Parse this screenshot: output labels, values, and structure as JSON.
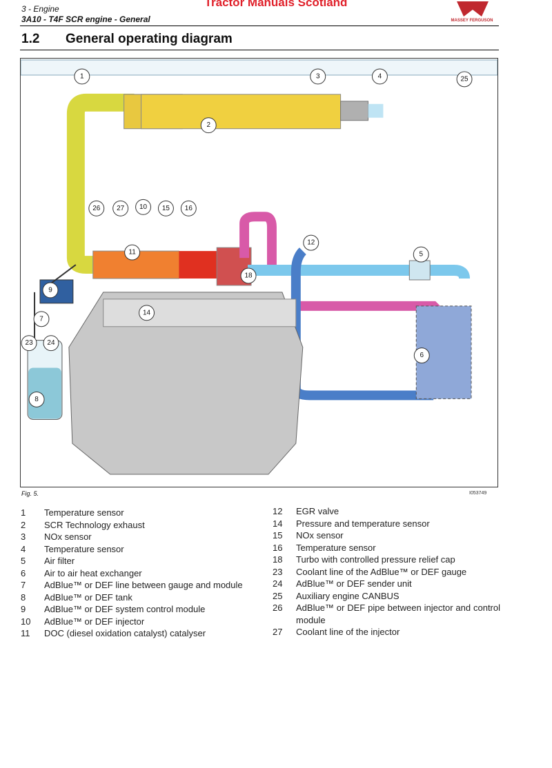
{
  "header": {
    "watermark": "Tractor Manuals Scotland",
    "chapter": "3 - Engine",
    "subtitle": "3A10 - T4F SCR engine - General",
    "logo_text": "MASSEY FERGUSON"
  },
  "section": {
    "number": "1.2",
    "title": "General operating diagram"
  },
  "figure": {
    "caption": "Fig. 5.",
    "id": "I053749",
    "callouts": [
      "1",
      "2",
      "3",
      "4",
      "5",
      "6",
      "7",
      "8",
      "9",
      "10",
      "11",
      "12",
      "14",
      "15",
      "16",
      "18",
      "23",
      "24",
      "25",
      "26",
      "27"
    ]
  },
  "legend_left": [
    {
      "n": "1",
      "t": "Temperature sensor"
    },
    {
      "n": "2",
      "t": "SCR Technology exhaust"
    },
    {
      "n": "3",
      "t": "NOx sensor"
    },
    {
      "n": "4",
      "t": "Temperature sensor"
    },
    {
      "n": "5",
      "t": "Air filter"
    },
    {
      "n": "6",
      "t": "Air to air heat exchanger"
    },
    {
      "n": "7",
      "t": "AdBlue™ or DEF line between gauge and module"
    },
    {
      "n": "8",
      "t": "AdBlue™ or DEF tank"
    },
    {
      "n": "9",
      "t": "AdBlue™ or DEF system control module"
    },
    {
      "n": "10",
      "t": "AdBlue™ or DEF injector"
    },
    {
      "n": "11",
      "t": "DOC (diesel oxidation catalyst) catalyser"
    }
  ],
  "legend_right": [
    {
      "n": "12",
      "t": "EGR valve"
    },
    {
      "n": "14",
      "t": "Pressure and temperature sensor"
    },
    {
      "n": "15",
      "t": "NOx sensor"
    },
    {
      "n": "16",
      "t": "Temperature sensor"
    },
    {
      "n": "18",
      "t": "Turbo with controlled pressure relief cap"
    },
    {
      "n": "23",
      "t": "Coolant line of the AdBlue™ or DEF gauge"
    },
    {
      "n": "24",
      "t": "AdBlue™ or DEF sender unit"
    },
    {
      "n": "25",
      "t": "Auxiliary engine CANBUS"
    },
    {
      "n": "26",
      "t": "AdBlue™ or DEF pipe between injector and control module"
    },
    {
      "n": "27",
      "t": "Coolant line of the injector"
    }
  ],
  "colors": {
    "exhaust": "#d8d840",
    "hot": "#e84020",
    "intake": "#7cc8ec",
    "charge": "#d85aa8",
    "coolant": "#4a7ec8",
    "adblue": "#8cc8d8",
    "brand": "#c0282f"
  }
}
